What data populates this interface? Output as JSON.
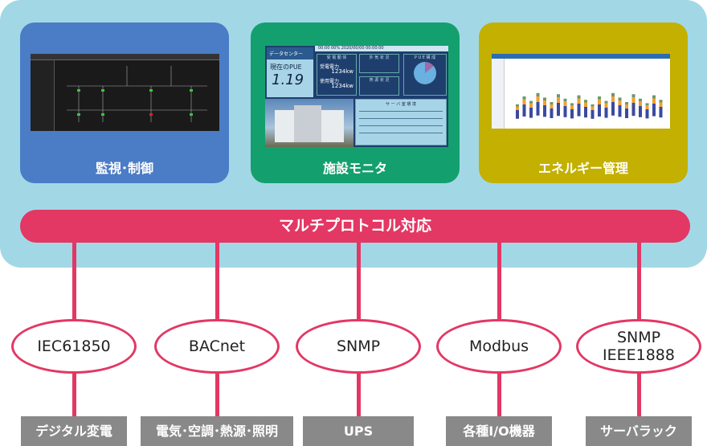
{
  "cards": [
    {
      "label": "監視･制御",
      "color": "#4b7cc6"
    },
    {
      "label": "施設モニタ",
      "color": "#14a06e"
    },
    {
      "label": "エネルギー管理",
      "color": "#c3b000"
    }
  ],
  "facility_monitor": {
    "title": "データセンター",
    "pue_label": "現在のPUE",
    "pue_value": "1.19",
    "power_header": "受 電 動 体",
    "power1_label": "受電電力",
    "power1_value": "1234kw",
    "power2_label": "使用電力",
    "power2_value": "1234kw",
    "outside_header": "外 気 状 況",
    "heat_header": "熱 源 状 況",
    "pue_chart_header": "P U E 構 成",
    "server_header": "サ ー バ 室 環 境",
    "topbar": "00:00  00%  2020/00/00  00:00:00"
  },
  "bar_label": "マルチプロトコル対応",
  "protocols": [
    {
      "lines": [
        "IEC61850"
      ],
      "device": "デジタル変電"
    },
    {
      "lines": [
        "BACnet"
      ],
      "device": "電気･空調･熱源･照明"
    },
    {
      "lines": [
        "SNMP"
      ],
      "device": "UPS"
    },
    {
      "lines": [
        "Modbus"
      ],
      "device": "各種I/O機器"
    },
    {
      "lines": [
        "SNMP",
        "IEEE1888"
      ],
      "device": "サーバラック"
    }
  ],
  "colors": {
    "background": "#a2d8e6",
    "accent": "#e33764",
    "tag": "#898989"
  }
}
